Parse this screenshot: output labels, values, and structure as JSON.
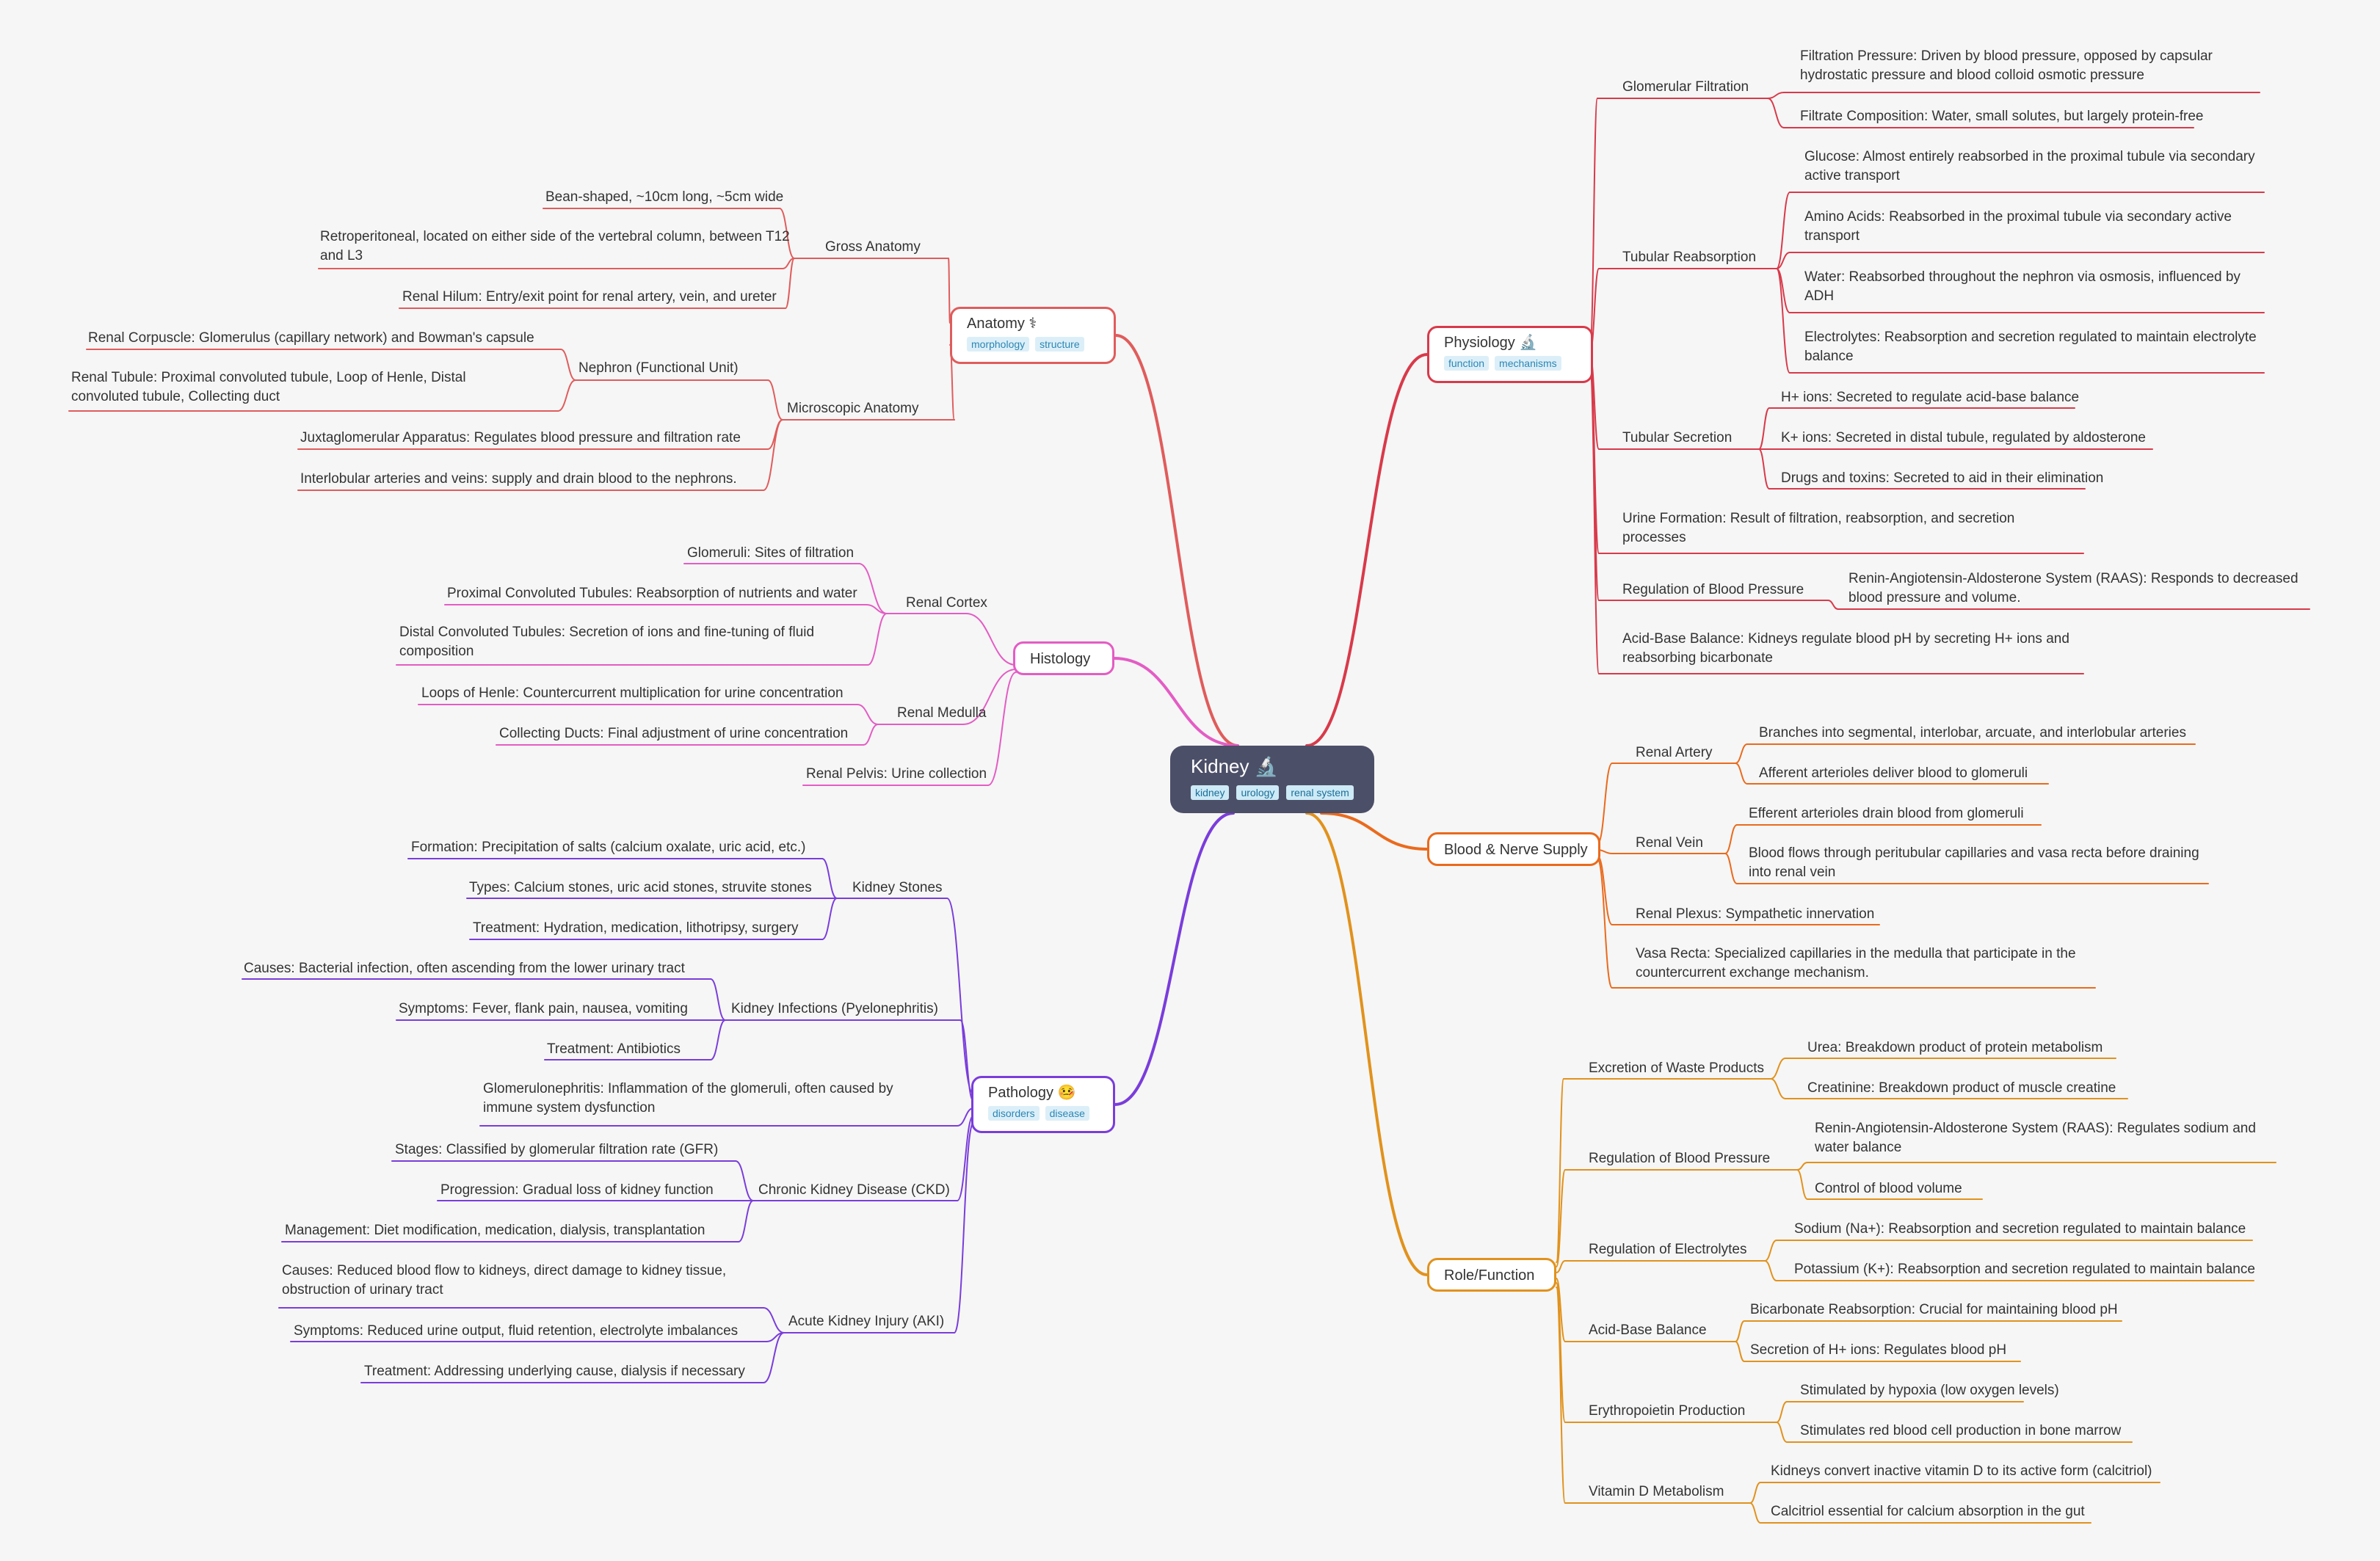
{
  "root": {
    "label": "Kidney 🔬",
    "tags": [
      "kidney",
      "urology",
      "renal system"
    ],
    "color": "#4c4f68"
  },
  "branch_colors": {
    "anatomy": "#e05c5c",
    "histology": "#e45cc4",
    "pathology": "#7a3ddb",
    "physiology": "#d83a4a",
    "blood": "#ea6a1c",
    "role": "#e1921c"
  },
  "branches": {
    "anatomy": {
      "label": "Anatomy ⚕",
      "tags": [
        "morphology",
        "structure"
      ],
      "gross": {
        "label": "Gross Anatomy",
        "items": [
          "Bean-shaped, ~10cm long, ~5cm wide",
          "Retroperitoneal, located on either side of the vertebral column, between T12 and L3",
          "Renal Hilum: Entry/exit point for renal artery, vein, and ureter"
        ]
      },
      "micro": {
        "label": "Microscopic Anatomy",
        "nephron": {
          "label": "Nephron (Functional Unit)",
          "items": [
            "Renal Corpuscle: Glomerulus (capillary network) and Bowman's capsule",
            "Renal Tubule: Proximal convoluted tubule, Loop of Henle, Distal convoluted tubule, Collecting duct"
          ]
        },
        "items": [
          "Juxtaglomerular Apparatus: Regulates blood pressure and filtration rate",
          "Interlobular arteries and veins: supply and drain blood to the nephrons."
        ]
      }
    },
    "histology": {
      "label": "Histology",
      "cortex": {
        "label": "Renal Cortex",
        "items": [
          "Glomeruli: Sites of filtration",
          "Proximal Convoluted Tubules: Reabsorption of nutrients and water",
          "Distal Convoluted Tubules: Secretion of ions and fine-tuning of fluid composition"
        ]
      },
      "medulla": {
        "label": "Renal Medulla",
        "items": [
          "Loops of Henle: Countercurrent multiplication for urine concentration",
          "Collecting Ducts: Final adjustment of urine concentration"
        ]
      },
      "pelvis": "Renal Pelvis: Urine collection"
    },
    "pathology": {
      "label": "Pathology 🤒",
      "tags": [
        "disorders",
        "disease"
      ],
      "stones": {
        "label": "Kidney Stones",
        "items": [
          "Formation: Precipitation of salts (calcium oxalate, uric acid, etc.)",
          "Types: Calcium stones, uric acid stones, struvite stones",
          "Treatment: Hydration, medication, lithotripsy, surgery"
        ]
      },
      "infections": {
        "label": "Kidney Infections (Pyelonephritis)",
        "items": [
          "Causes: Bacterial infection, often ascending from the lower urinary tract",
          "Symptoms: Fever, flank pain, nausea, vomiting",
          "Treatment: Antibiotics"
        ]
      },
      "glomerulo": "Glomerulonephritis: Inflammation of the glomeruli, often caused by immune system dysfunction",
      "ckd": {
        "label": "Chronic Kidney Disease (CKD)",
        "items": [
          "Stages: Classified by glomerular filtration rate (GFR)",
          "Progression: Gradual loss of kidney function",
          "Management: Diet modification, medication, dialysis, transplantation"
        ]
      },
      "aki": {
        "label": "Acute Kidney Injury (AKI)",
        "items": [
          "Causes: Reduced blood flow to kidneys, direct damage to kidney tissue, obstruction of urinary tract",
          "Symptoms: Reduced urine output, fluid retention, electrolyte imbalances",
          "Treatment: Addressing underlying cause, dialysis if necessary"
        ]
      }
    },
    "physiology": {
      "label": "Physiology 🔬",
      "tags": [
        "function",
        "mechanisms"
      ],
      "filtration": {
        "label": "Glomerular Filtration",
        "items": [
          "Filtration Pressure: Driven by blood pressure, opposed by capsular hydrostatic pressure and blood colloid osmotic pressure",
          "Filtrate Composition: Water, small solutes, but largely protein-free"
        ]
      },
      "reabsorption": {
        "label": "Tubular Reabsorption",
        "items": [
          "Glucose: Almost entirely reabsorbed in the proximal tubule via secondary active transport",
          "Amino Acids: Reabsorbed in the proximal tubule via secondary active transport",
          "Water: Reabsorbed throughout the nephron via osmosis, influenced by ADH",
          "Electrolytes: Reabsorption and secretion regulated to maintain electrolyte balance"
        ]
      },
      "secretion": {
        "label": "Tubular Secretion",
        "items": [
          "H+ ions: Secreted to regulate acid-base balance",
          "K+ ions: Secreted in distal tubule, regulated by aldosterone",
          "Drugs and toxins: Secreted to aid in their elimination"
        ]
      },
      "urine": "Urine Formation: Result of filtration, reabsorption, and secretion processes",
      "bp": {
        "label": "Regulation of Blood Pressure",
        "items": [
          "Renin-Angiotensin-Aldosterone System (RAAS): Responds to decreased blood pressure and volume."
        ]
      },
      "acidbase": "Acid-Base Balance: Kidneys regulate blood pH by secreting H+ ions and reabsorbing bicarbonate"
    },
    "blood": {
      "label": "Blood & Nerve Supply",
      "artery": {
        "label": "Renal Artery",
        "items": [
          "Branches into segmental, interlobar, arcuate, and interlobular arteries",
          "Afferent arterioles deliver blood to glomeruli"
        ]
      },
      "vein": {
        "label": "Renal Vein",
        "items": [
          "Efferent arterioles drain blood from glomeruli",
          "Blood flows through peritubular capillaries and vasa recta before draining into renal vein"
        ]
      },
      "plexus": "Renal Plexus: Sympathetic innervation",
      "vasa": "Vasa Recta: Specialized capillaries in the medulla that participate in the countercurrent exchange mechanism."
    },
    "role": {
      "label": "Role/Function",
      "waste": {
        "label": "Excretion of Waste Products",
        "items": [
          "Urea: Breakdown product of protein metabolism",
          "Creatinine: Breakdown product of muscle creatine"
        ]
      },
      "bp": {
        "label": "Regulation of Blood Pressure",
        "items": [
          "Renin-Angiotensin-Aldosterone System (RAAS): Regulates sodium and water balance",
          "Control of blood volume"
        ]
      },
      "electrolytes": {
        "label": "Regulation of Electrolytes",
        "items": [
          "Sodium (Na+): Reabsorption and secretion regulated to maintain balance",
          "Potassium (K+): Reabsorption and secretion regulated to maintain balance"
        ]
      },
      "acidbase": {
        "label": "Acid-Base Balance",
        "items": [
          "Bicarbonate Reabsorption: Crucial for maintaining blood pH",
          "Secretion of H+ ions: Regulates blood pH"
        ]
      },
      "epo": {
        "label": "Erythropoietin Production",
        "items": [
          "Stimulated by hypoxia (low oxygen levels)",
          "Stimulates red blood cell production in bone marrow"
        ]
      },
      "vitd": {
        "label": "Vitamin D Metabolism",
        "items": [
          "Kidneys convert inactive vitamin D to its active form (calcitriol)",
          "Calcitriol essential for calcium absorption in the gut"
        ]
      }
    }
  }
}
